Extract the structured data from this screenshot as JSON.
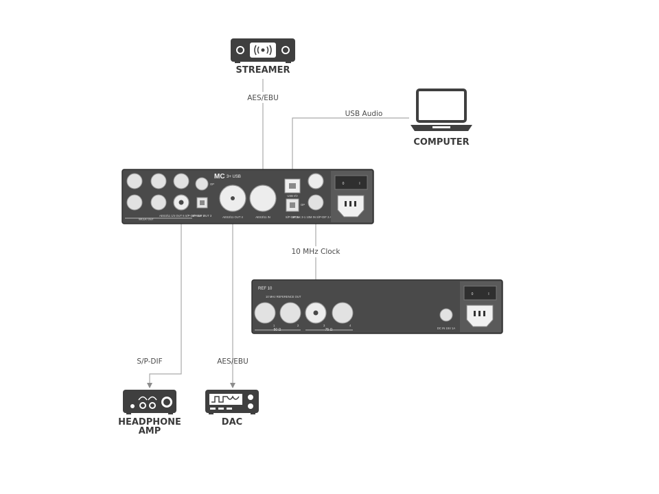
{
  "devices": {
    "streamer": "STREAMER",
    "computer": "COMPUTER",
    "headphone_amp_line1": "HEADPHONE",
    "headphone_amp_line2": "AMP",
    "dac": "DAC"
  },
  "connections": {
    "streamer_to_mc3": "AES/EBU",
    "computer_to_mc3": "USB Audio",
    "clock_to_mc3": "10 MHz Clock",
    "mc3_to_headphone_amp": "S/P-DIF",
    "mc3_to_dac": "AES/EBU"
  },
  "mc3_panel": {
    "brand": "MC",
    "model": "3+ USB",
    "power_off": "0",
    "power_on": "I",
    "labels": {
      "word_clock_out": "WCLK OUT",
      "aes_out_2": "AES3/11 1/4 OUT 6 S/P-DIF OUT 2",
      "spdif_out_3": "S/P-DIF OUT 3",
      "aes_out_4": "AES3/11 OUT 4",
      "aes_in": "AES3/11 IN",
      "usb": "USB I/O",
      "spdif_in": "S/P-DIF IN",
      "clock_in": "WCLK 3-1 10M IN S/P-DIF 2 AES IN",
      "op1": "OP",
      "op2": "OP"
    }
  },
  "ref10_panel": {
    "brand": "REF 10",
    "ref_out": "10 MHz REFERENCE OUT",
    "n1": "1",
    "n2": "2",
    "n3": "3",
    "n4": "4",
    "ohm50": "50 Ω",
    "ohm75": "75 Ω",
    "fuse": "DC IN 15V 1A",
    "power_off": "0",
    "power_on": "I"
  },
  "colors": {
    "panel": "#4a4a4a",
    "wire": "#a9a9a9",
    "icon": "#3f3f3f",
    "label": "#3a3a3a"
  }
}
